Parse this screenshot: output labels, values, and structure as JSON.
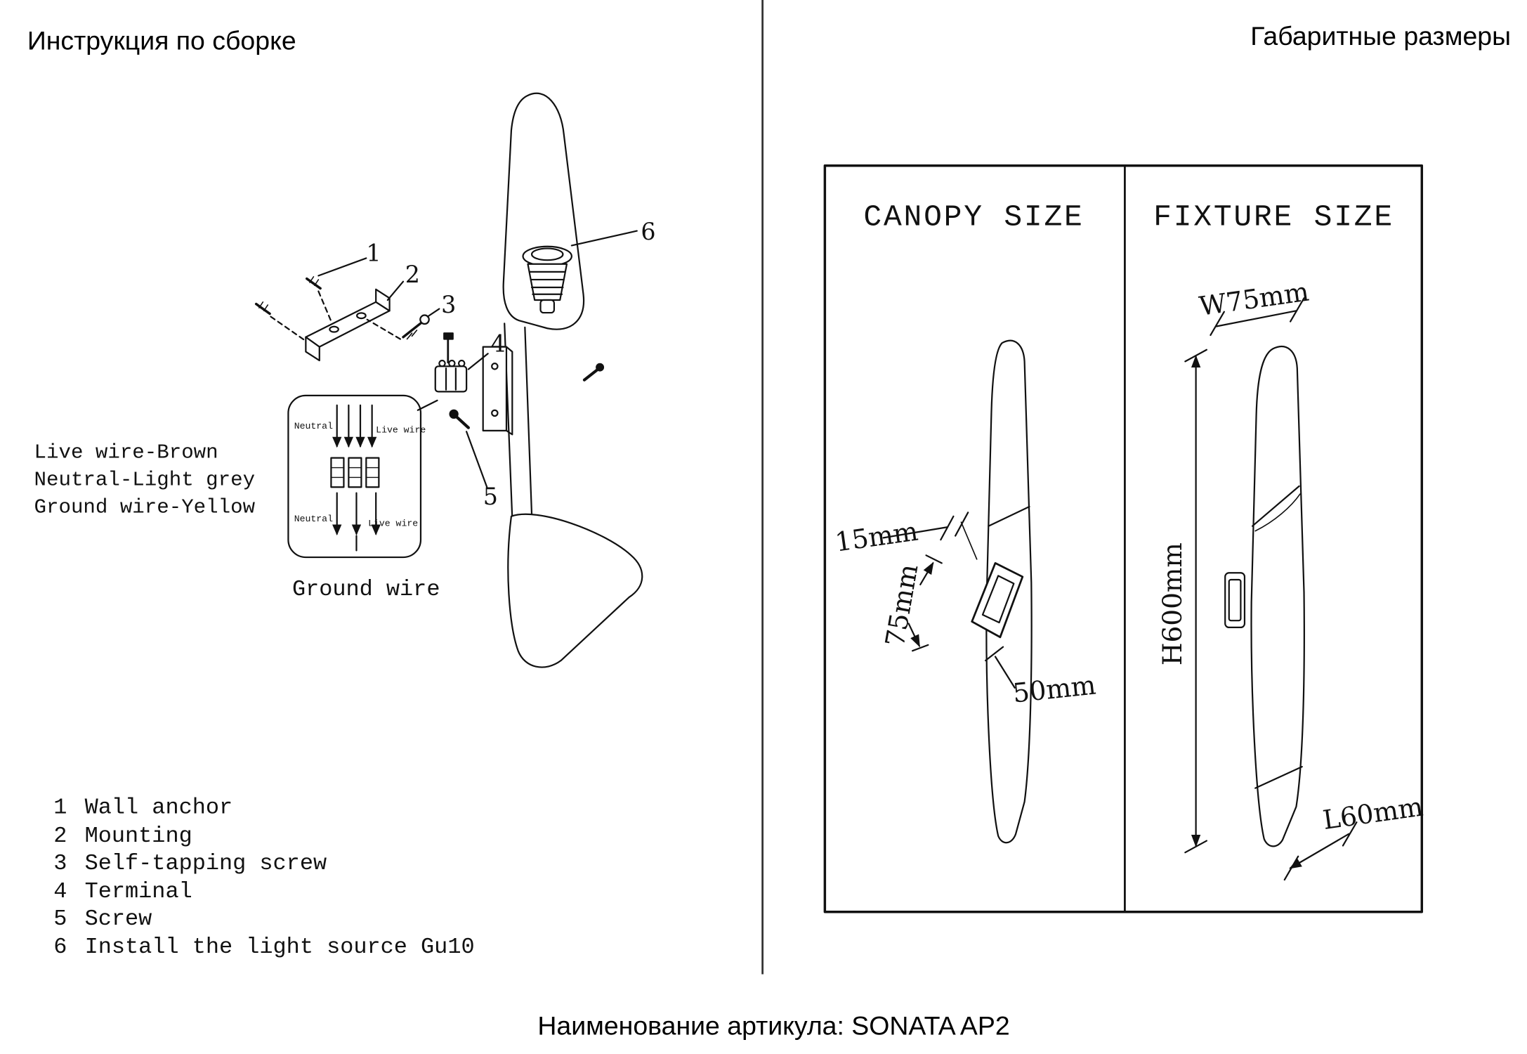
{
  "page": {
    "left_title": "Инструкция по сборке",
    "right_title": "Габаритные размеры",
    "footer": "Наименование артикула: SONATA AP2"
  },
  "assembly": {
    "wire_legend": [
      "Live wire-Brown",
      "Neutral-Light grey",
      "Ground wire-Yellow"
    ],
    "ground_wire_label": "Ground wire",
    "callout": {
      "neutral": "Neutral",
      "live": "Live wire"
    },
    "markers": [
      "1",
      "2",
      "3",
      "4",
      "5",
      "6"
    ],
    "parts_list": [
      {
        "num": "1",
        "name": "Wall anchor"
      },
      {
        "num": "2",
        "name": "Mounting"
      },
      {
        "num": "3",
        "name": "Self-tapping screw"
      },
      {
        "num": "4",
        "name": "Terminal"
      },
      {
        "num": "5",
        "name": "Screw"
      },
      {
        "num": "6",
        "name": "Install the light source Gu10"
      }
    ]
  },
  "dims": {
    "canopy": {
      "title": "CANOPY SIZE",
      "d15": "15mm",
      "d75": "75mm",
      "d50": "50mm"
    },
    "fixture": {
      "title": "FIXTURE SIZE",
      "w": "W75mm",
      "h": "H600mm",
      "l": "L60mm"
    }
  }
}
